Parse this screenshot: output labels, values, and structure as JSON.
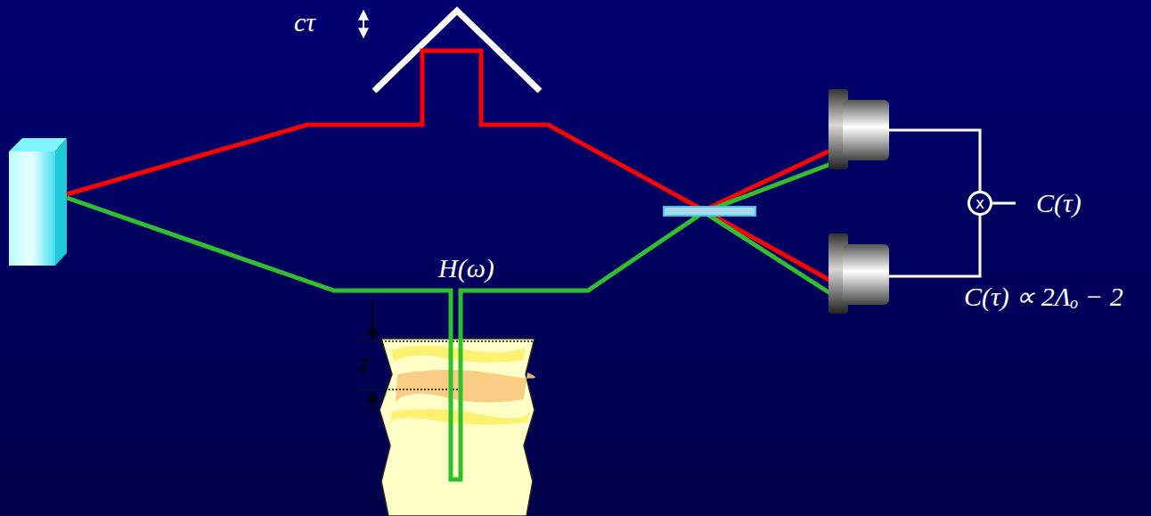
{
  "diagram": {
    "nodes": [
      {
        "text": [
          "x"
        ]
      }
    ],
    "labels": [
      "cτ",
      "H(ω)",
      "z",
      "C(τ)",
      "C(τ) ∝ 2Λₒ − 2"
    ]
  }
}
